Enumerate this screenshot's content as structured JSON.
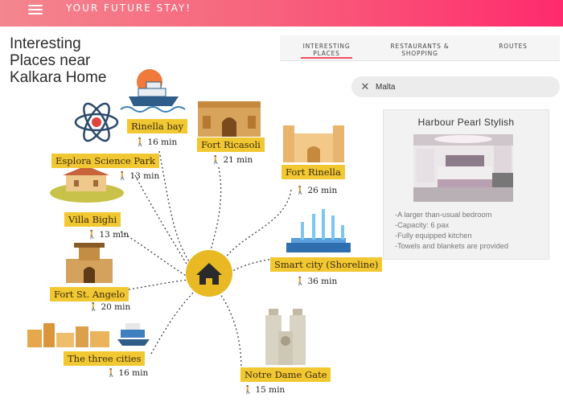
{
  "header": {
    "brand": "YOUR FUTURE STAY!",
    "menu_icon": "menu-hamburger-icon"
  },
  "infographic": {
    "title_lines": [
      "Interesting",
      "Places near",
      "Kalkara Home"
    ],
    "center_icon": "home-icon",
    "places": [
      {
        "name": "Rinella bay",
        "time": "16 min",
        "icon": "ship-icon"
      },
      {
        "name": "Fort Ricasoli",
        "time": "21 min",
        "icon": "fort-gate-icon"
      },
      {
        "name": "Esplora Science Park",
        "time": "13 min",
        "icon": "atom-icon"
      },
      {
        "name": "Fort Rinella",
        "time": "26 min",
        "icon": "castle-icon"
      },
      {
        "name": "Villa Bighi",
        "time": "13 min",
        "icon": "villa-icon"
      },
      {
        "name": "Smart city (Shoreline)",
        "time": "36 min",
        "icon": "fountain-icon"
      },
      {
        "name": "Fort St. Angelo",
        "time": "20 min",
        "icon": "fort-tower-icon"
      },
      {
        "name": "The three cities",
        "time": "16 min",
        "icon": "city-skyline-icon"
      },
      {
        "name": "Notre Dame Gate",
        "time": "15 min",
        "icon": "cathedral-icon"
      }
    ]
  },
  "tabs": [
    {
      "line1": "INTERESTING",
      "line2": "PLACES",
      "active": true
    },
    {
      "line1": "RESTAURANTS &",
      "line2": "SHOPPING",
      "active": false
    },
    {
      "line1": "ROUTES",
      "line2": "",
      "active": false
    }
  ],
  "search": {
    "value": "Malta",
    "clear_icon": "close-icon"
  },
  "card": {
    "title": "Harbour Pearl Stylish",
    "features": [
      "-A larger than-usual bedroom",
      "-Capacity: 6 pax",
      "-Fully equipped kitchen",
      "-Towels and blankets are provided"
    ]
  },
  "colors": {
    "header_start": "#f4868f",
    "header_end": "#ff2a6d",
    "label_yellow": "#f2c832",
    "tab_underline": "#f04e5e",
    "home_circle": "#e8b923"
  }
}
